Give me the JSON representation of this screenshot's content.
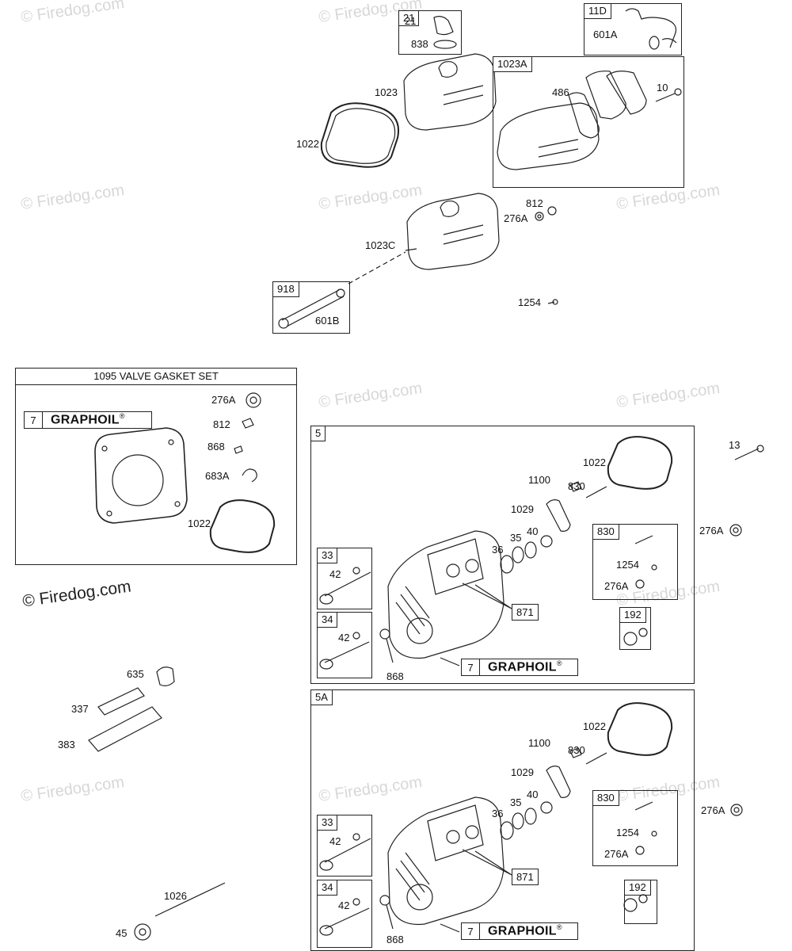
{
  "watermark": "© Firedog.com",
  "registered_mark": "®",
  "graphoil": {
    "number": "7",
    "text": "GRAPHOIL"
  },
  "kit": {
    "title": "1095 VALVE GASKET SET"
  },
  "boxes": {
    "b21": "21",
    "b11d": "11D",
    "b1023a": "1023A",
    "b918": "918",
    "b5": "5",
    "b5a": "5A",
    "b33": "33",
    "b34": "34",
    "b830": "830",
    "b192": "192"
  },
  "labels": {
    "l838": "838",
    "l601a": "601A",
    "l1023": "1023",
    "l1022": "1022",
    "l486": "486",
    "l10": "10",
    "l812": "812",
    "l276a": "276A",
    "l1023c": "1023C",
    "l601b": "601B",
    "l1254": "1254",
    "l868": "868",
    "l683a": "683A",
    "l13": "13",
    "l1100": "1100",
    "l830": "830",
    "l1029": "1029",
    "l36": "36",
    "l35": "35",
    "l40": "40",
    "l42": "42",
    "l871": "871",
    "l635": "635",
    "l337": "337",
    "l383": "383",
    "l1026": "1026",
    "l45": "45"
  }
}
